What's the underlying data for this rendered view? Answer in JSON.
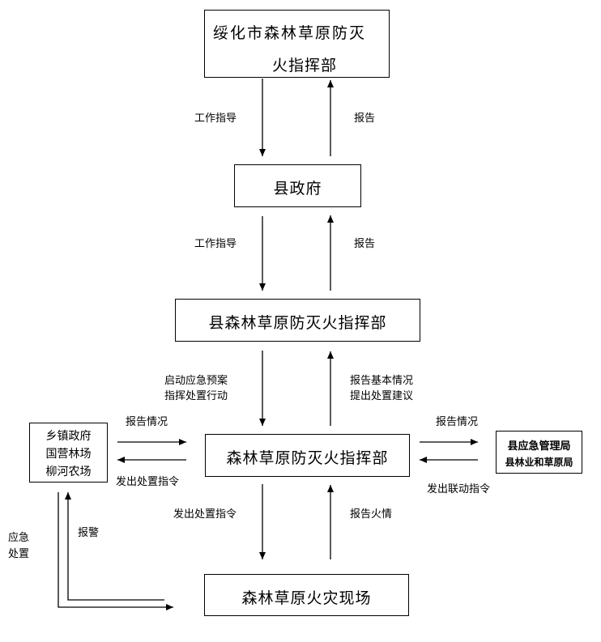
{
  "nodes": {
    "city_hq": {
      "line1": "绥化市森林草原防灭",
      "line2": "火指挥部"
    },
    "county_gov": {
      "label": "县政府"
    },
    "county_hq": {
      "label": "县森林草原防灭火指挥部"
    },
    "forest_hq": {
      "label": "森林草原防灭火指挥部"
    },
    "fire_scene": {
      "label": "森林草原火灾现场"
    },
    "township": {
      "line1": "乡镇政府",
      "line2": "国营林场",
      "line3": "柳河农场"
    },
    "agencies": {
      "line1": "县应急管理局",
      "line2": "县林业和草原局"
    }
  },
  "edges": {
    "city_to_gov": "工作指导",
    "gov_to_city": "报告",
    "gov_to_county": "工作指导",
    "county_to_gov": "报告",
    "county_to_forest": {
      "line1": "启动应急预案",
      "line2": "指挥处置行动"
    },
    "forest_to_county": {
      "line1": "报告基本情况",
      "line2": "提出处置建议"
    },
    "township_to_forest": "报告情况",
    "forest_to_township": "发出处置指令",
    "forest_to_agencies": "报告情况",
    "agencies_to_forest": "发出联动指令",
    "forest_to_scene": "发出处置指令",
    "scene_to_forest": "报告火情",
    "scene_to_township": "报警",
    "township_to_scene": {
      "line1": "应急",
      "line2": "处置"
    }
  }
}
